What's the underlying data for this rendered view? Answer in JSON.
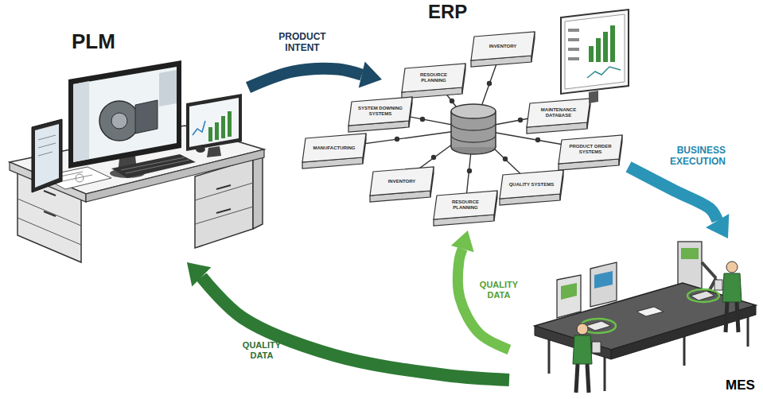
{
  "diagram": {
    "nodes": [
      {
        "text": [
          "PLM"
        ]
      },
      {
        "text": [
          "ERP"
        ]
      },
      {
        "text": [
          "MES"
        ]
      }
    ],
    "edges": [
      {
        "from": 0,
        "to": 1,
        "arrow": "to",
        "label": "PRODUCT INTENT"
      },
      {
        "from": 1,
        "to": 2,
        "arrow": "to",
        "label": "BUSINESS EXECUTION"
      },
      {
        "from": 2,
        "to": 1,
        "arrow": "to",
        "label": "QUALITY DATA"
      },
      {
        "from": 2,
        "to": 0,
        "arrow": "to",
        "label": "QUALITY DATA"
      }
    ],
    "labels": [
      "INVENTORY",
      "RESOURCE PLANNING",
      "SYSTEM DOWNING SYSTEMS",
      "MAINTENANCE DATABASE",
      "MANUFACTURING",
      "INVENTORY",
      "PRODUCT ORDER SYSTEMS",
      "QUALITY SYSTEMS",
      "RESOURCE PLANNING"
    ]
  }
}
